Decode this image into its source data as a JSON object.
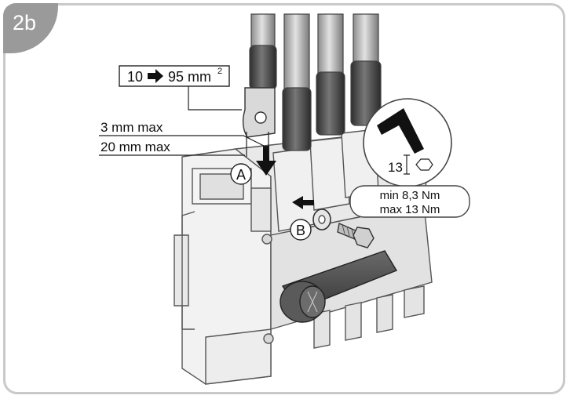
{
  "step": {
    "label": "2b"
  },
  "callouts": {
    "cross_section": {
      "from": "10",
      "to": "95 mm",
      "exp": "2"
    },
    "max_3": "3 mm max",
    "max_20": "20 mm max",
    "marker_a": "A",
    "marker_b": "B",
    "wrench_size": "13",
    "torque_min": "min 8,3 Nm",
    "torque_max": "max 13 Nm"
  }
}
